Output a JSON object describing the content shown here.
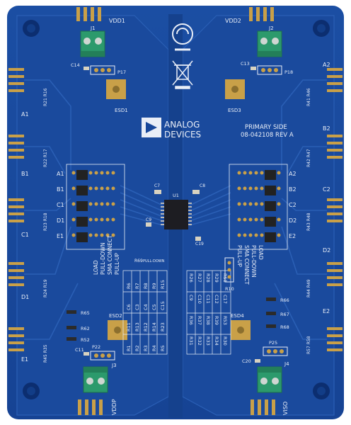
{
  "board": {
    "brand_line1": "ANALOG",
    "brand_line2": "DEVICES",
    "side_label": "PRIMARY SIDE",
    "part_label": "08-042108 REV A"
  },
  "power": {
    "vdd1": "VDD1",
    "vdd2": "VDD2",
    "vddp": "VDDP",
    "viso": "VISO"
  },
  "refs": {
    "j1": "J1",
    "j2": "J2",
    "j3": "J3",
    "j4": "J4",
    "c14": "C14",
    "c13": "C13",
    "c11": "C11",
    "c20": "C20",
    "p17": "P17",
    "p18": "P18",
    "p22": "P22",
    "p25": "P25",
    "esd1": "ESD1",
    "esd2": "ESD2",
    "esd3": "ESD3",
    "esd4": "ESD4",
    "u1": "U1",
    "c7": "C7",
    "c8": "C8",
    "c9": "C9",
    "c19": "C19",
    "r10": "R10",
    "r65": "R65",
    "r62": "R62",
    "r52": "R52",
    "r66": "R66",
    "r67": "R67",
    "r68": "R68",
    "r69": "R69"
  },
  "edge": {
    "left": [
      "A1",
      "B1",
      "C1",
      "D1",
      "E1"
    ],
    "right": [
      "A2",
      "B2",
      "C2",
      "D2",
      "E2"
    ],
    "left_res": [
      "R21 R16",
      "R22 R17",
      "R23 R18",
      "R24 R19",
      "R45 R35"
    ],
    "right_res": [
      "R41 R46",
      "R42 R47",
      "R43 R48",
      "R44 R49",
      "R57 R58"
    ]
  },
  "config_labels": {
    "left_rows": [
      "A1",
      "B1",
      "C1",
      "D1",
      "E1"
    ],
    "right_rows": [
      "A2",
      "B2",
      "C2",
      "D2",
      "E2"
    ],
    "options": [
      "LOAD",
      "PULL-DOWN",
      "SMA CONNECT",
      "PULL-UP"
    ],
    "pull_down": "PULL-DOWN"
  },
  "res_table_left": [
    [
      "R6",
      "C6",
      "R11",
      "R1"
    ],
    [
      "R7",
      "C3",
      "R13",
      "R2"
    ],
    [
      "R8",
      "C4",
      "R12",
      "R3"
    ],
    [
      "R9",
      "C5",
      "R14",
      "R4"
    ],
    [
      "R15",
      "C15",
      "R23",
      "R5"
    ]
  ],
  "res_table_right": [
    [
      "R26",
      "C9",
      "R36",
      "R31"
    ],
    [
      "R27",
      "C10",
      "R37",
      "R32"
    ],
    [
      "R28",
      "C11",
      "R38",
      "R33"
    ],
    [
      "R29",
      "C12",
      "R39",
      "R34"
    ],
    [
      "R51",
      "C17",
      "R53",
      "R30"
    ]
  ],
  "colors": {
    "pcb": "#17479a",
    "pcb_dark": "#0f3579",
    "trace": "#2a5fb5",
    "gold": "#c9a048",
    "silk": "#e9eef7",
    "terminal": "#2c9a6c"
  }
}
